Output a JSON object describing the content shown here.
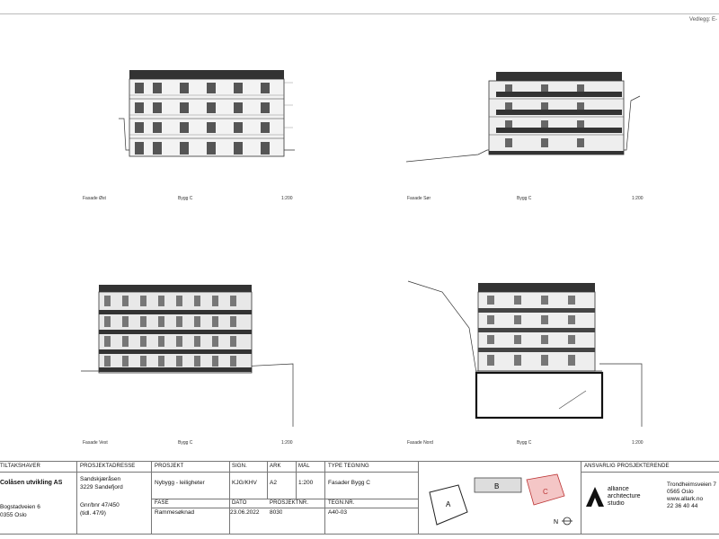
{
  "header": {
    "attachment_label": "Vedlegg: E-"
  },
  "drawings": [
    {
      "id": "east",
      "name": "Fasade Øst",
      "building": "Bygg C",
      "scale": "1:200"
    },
    {
      "id": "south",
      "name": "Fasade Sør",
      "building": "Bygg C",
      "scale": "1:200"
    },
    {
      "id": "west",
      "name": "Fasade Vest",
      "building": "Bygg C",
      "scale": "1:200"
    },
    {
      "id": "north",
      "name": "Fasade Nord",
      "building": "Bygg C",
      "scale": "1:200"
    }
  ],
  "title_block": {
    "owner_label": "TILTAKSHAVER",
    "owner_name": "Colåsen utvikling AS",
    "owner_address_1": "Bogstadveien 6",
    "owner_address_2": "0355 Oslo",
    "project_address_label": "PROSJEKTADRESSE",
    "project_address_1": "Sandskjæråsen",
    "project_address_2": "3229 Sandefjord",
    "gnr_bnr": "Gnr/bnr 47/450",
    "gnr_bnr_old": "(tidl. 47/9)",
    "project_label": "PROSJEKT",
    "project_value": "Nybygg - leiligheter",
    "phase_label": "FASE",
    "phase_value": "Rammesøknad",
    "sign_label": "SIGN.",
    "sign_value": "KJG/KHV",
    "date_label": "DATO",
    "date_value": "23.06.2022",
    "sheet_label": "ARK",
    "sheet_value": "A2",
    "scale_label": "MÅL",
    "scale_value": "1:200",
    "project_no_label": "PROSJEKTNR.",
    "project_no_value": "8030",
    "drawing_type_label": "TYPE TEGNING",
    "drawing_type_value": "Fasader Bygg C",
    "drawing_no_label": "TEGN.NR.",
    "drawing_no_value": "A40-03",
    "key_plan": {
      "building_a": "A",
      "building_b": "B",
      "building_c": "C",
      "highlight_color": "#f4c6c6"
    },
    "responsible_label": "ANSVARLIG PROSJEKTERENDE",
    "firm_line_1": "alliance",
    "firm_line_2": "architecture",
    "firm_line_3": "studio",
    "firm_address_1": "Trondheimsveien 7",
    "firm_address_2": "0565 Oslo",
    "firm_web": "www.allark.no",
    "firm_phone": "22 36 40 44"
  }
}
